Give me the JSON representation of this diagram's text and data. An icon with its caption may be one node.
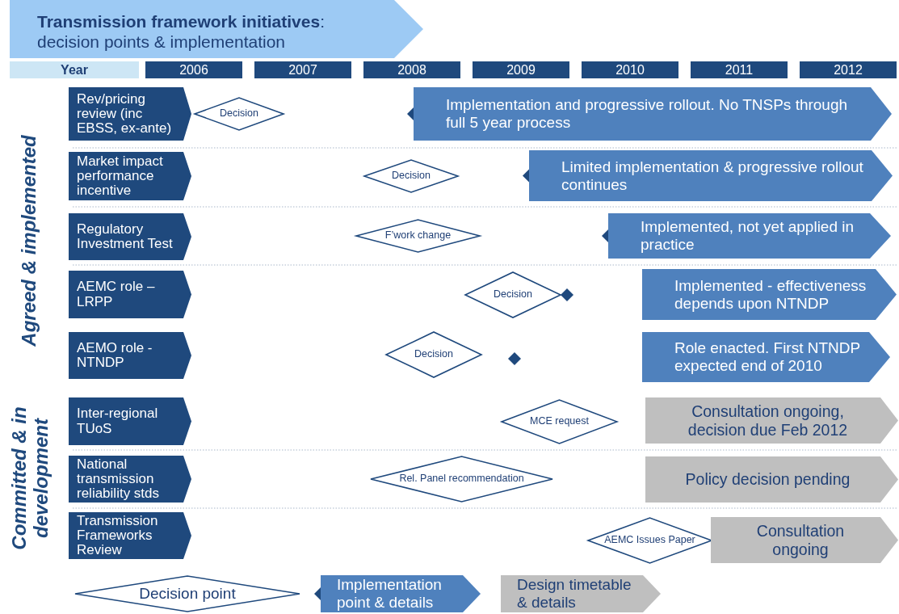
{
  "diagram": {
    "title": "**Transmission framework initiatives**: decision points & implementation",
    "nodes": [
      {
        "text": [
          "Rev/pricing review (inc EBSS, ex-ante)"
        ]
      },
      {
        "text": [
          "Decision"
        ]
      },
      {
        "text": [
          "Implementation and progressive rollout. No TNSPs through full 5 year process"
        ]
      },
      {
        "text": [
          "Market impact performance incentive"
        ]
      },
      {
        "text": [
          "Decision"
        ]
      },
      {
        "text": [
          "Limited implementation & progressive rollout continues"
        ]
      },
      {
        "text": [
          "Regulatory Investment Test"
        ]
      },
      {
        "text": [
          "F’work change"
        ]
      },
      {
        "text": [
          "Implemented, not yet applied in practice"
        ]
      },
      {
        "text": [
          "AEMC role – LRPP"
        ]
      },
      {
        "text": [
          "Decision"
        ]
      },
      {
        "text": [
          "Implemented - effectiveness depends upon NTNDP"
        ]
      },
      {
        "text": [
          "AEMO role - NTNDP"
        ]
      },
      {
        "text": [
          "Decision"
        ]
      },
      {
        "text": [
          "Role enacted. First NTNDP expected end of 2010"
        ]
      },
      {
        "text": [
          "Inter-regional TUoS"
        ]
      },
      {
        "text": [
          "MCE request"
        ]
      },
      {
        "text": [
          "Consultation ongoing, decision due Feb 2012"
        ]
      },
      {
        "text": [
          "National transmission reliability stds"
        ]
      },
      {
        "text": [
          "Rel. Panel recommendation"
        ]
      },
      {
        "text": [
          "Policy decision pending"
        ]
      },
      {
        "text": [
          "Transmission Frameworks Review"
        ]
      },
      {
        "text": [
          "AEMC Issues Paper"
        ]
      },
      {
        "text": [
          "Consultation ongoing"
        ]
      }
    ],
    "labels": [
      "Year",
      "2006",
      "2007",
      "2008",
      "2009",
      "2010",
      "2011",
      "2012",
      "Agreed & implemented",
      "Committed & in development"
    ],
    "legend": [
      {
        "text": "Decision point"
      },
      {
        "text": "Implementation point & details"
      },
      {
        "text": "Design timetable & details"
      }
    ]
  }
}
